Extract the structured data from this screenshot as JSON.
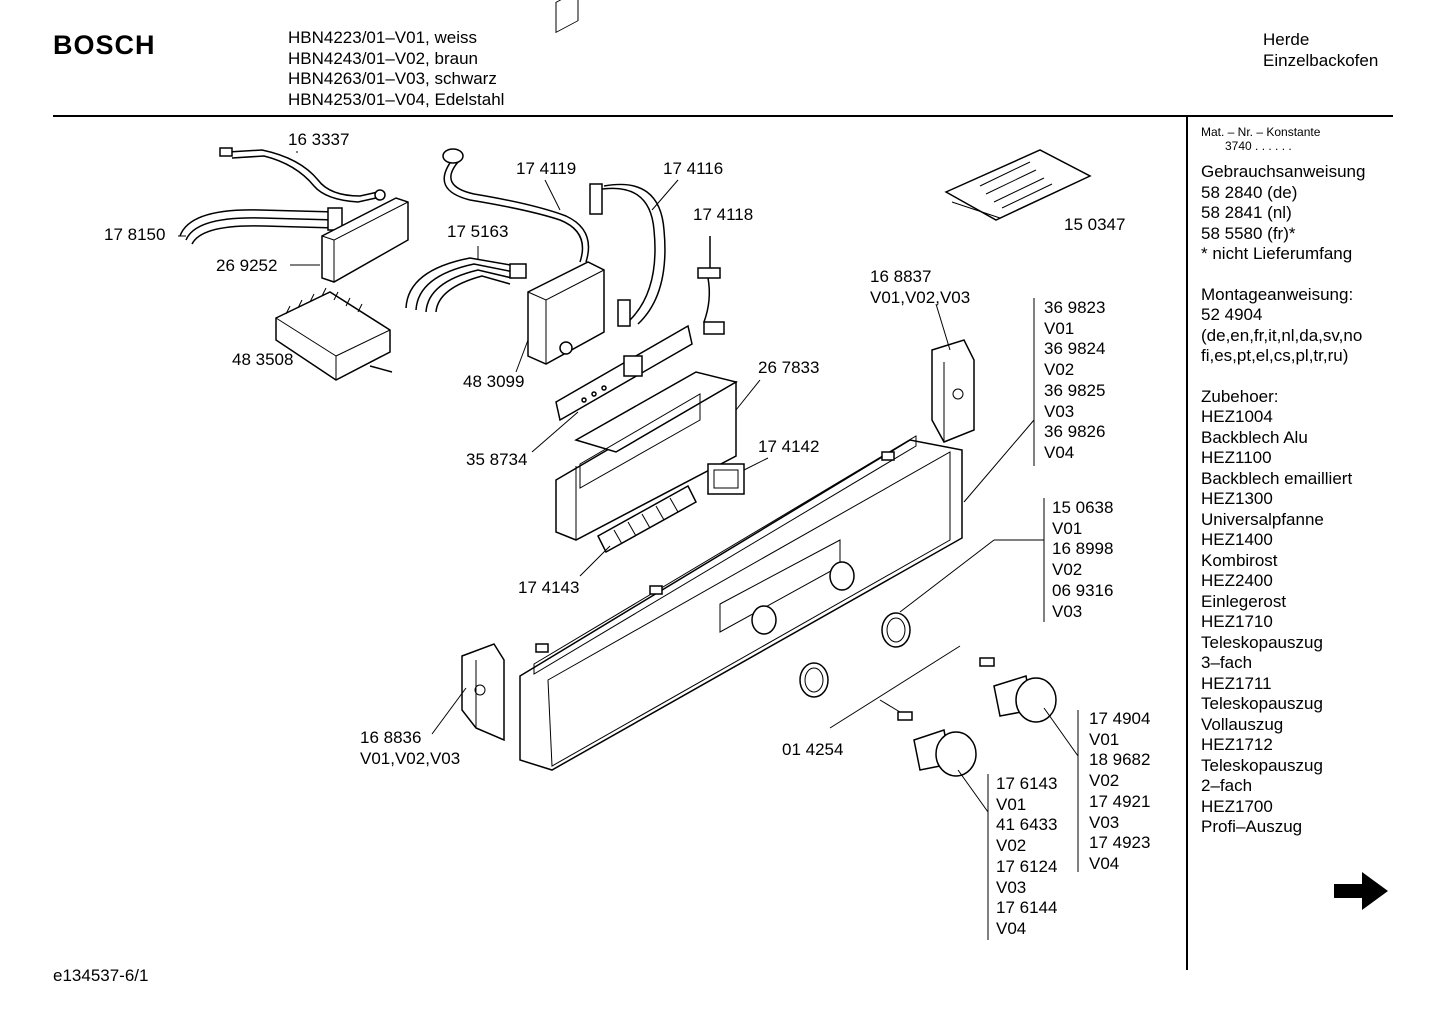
{
  "header": {
    "brand": "BOSCH",
    "models": [
      "HBN4223/01–V01, weiss",
      "HBN4243/01–V02, braun",
      "HBN4263/01–V03, schwarz",
      "HBN4253/01–V04, Edelstahl"
    ],
    "category": [
      "Herde",
      "Einzelbackofen"
    ]
  },
  "sidebar": {
    "mat_label": "Mat. – Nr. – Konstante",
    "mat_constant": "3740 . . . . . .",
    "blocks": [
      [
        "Gebrauchsanweisung",
        "58 2840 (de)",
        "58 2841 (nl)",
        "58 5580 (fr)*",
        "* nicht Lieferumfang"
      ],
      [
        "Montageanweisung:",
        "52 4904",
        "(de,en,fr,it,nl,da,sv,no",
        "fi,es,pt,el,cs,pl,tr,ru)"
      ],
      [
        "Zubehoer:",
        "HEZ1004",
        "Backblech Alu",
        "HEZ1100",
        "Backblech emailliert",
        "HEZ1300",
        "Universalpfanne",
        "HEZ1400",
        "Kombirost",
        "HEZ2400",
        "Einlegerost",
        "HEZ1710",
        "Teleskopauszug",
        "3–fach",
        "HEZ1711",
        "Teleskopauszug",
        "Vollauszug",
        "HEZ1712",
        "Teleskopauszug",
        "2–fach",
        "HEZ1700",
        "Profi–Auszug"
      ]
    ],
    "next_icon": "arrow-right-icon"
  },
  "parts": {
    "p163337": [
      "16 3337"
    ],
    "p178150": [
      "17 8150"
    ],
    "p269252": [
      "26 9252"
    ],
    "p174119": [
      "17 4119"
    ],
    "p174116": [
      "17 4116"
    ],
    "p174118": [
      "17 4118"
    ],
    "p175163": [
      "17 5163"
    ],
    "p150347": [
      "15 0347"
    ],
    "p483508": [
      "48 3508"
    ],
    "p483099": [
      "48 3099"
    ],
    "p267833": [
      "26 7833"
    ],
    "p358734": [
      "35 8734"
    ],
    "p174142": [
      "17 4142"
    ],
    "p174143": [
      "17 4143"
    ],
    "p168837": [
      "16 8837",
      "V01,V02,V03"
    ],
    "p369823": [
      "36 9823",
      "V01",
      "36 9824",
      "V02",
      "36 9825",
      "V03",
      "36 9826",
      "V04"
    ],
    "p150638": [
      "15 0638",
      "V01",
      "16 8998",
      "V02",
      "06 9316",
      "V03"
    ],
    "p168836": [
      "16 8836",
      "V01,V02,V03"
    ],
    "p014254": [
      "01 4254"
    ],
    "p174904": [
      "17 4904",
      "V01",
      "18 9682",
      "V02",
      "17 4921",
      "V03",
      "17 4923",
      "V04"
    ],
    "p176143": [
      "17 6143",
      "V01",
      "41 6433",
      "V02",
      "17 6124",
      "V03",
      "17 6144",
      "V04"
    ]
  },
  "footer": {
    "code": "e134537-6/1"
  }
}
